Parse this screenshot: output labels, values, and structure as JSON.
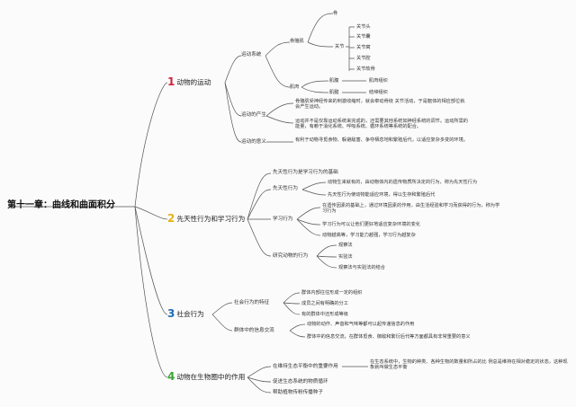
{
  "root": "第十一章：曲线和曲面积分",
  "colors": {
    "b1": "#d0243d",
    "b2": "#e4b21a",
    "b3": "#1d6db4",
    "b4": "#3aa335",
    "line": "#555555"
  },
  "branch1": {
    "num": "1",
    "label": "动物的运动",
    "yundong": "运动系统",
    "gugeji": "骨骼肌",
    "gu": "骨",
    "guanjie": "关节",
    "gj_items": [
      "关节头",
      "关节囊",
      "关节窝",
      "关节腔",
      "关节软骨"
    ],
    "jirou": "肌肉",
    "jifu": "肌腹",
    "jijian": "肌腱",
    "jifu_d": "肌肉组织",
    "jijian_d": "结缔组织",
    "chansheng": "运动的产生",
    "cs_text1": "骨骼肌受神经传来的刺激收缩时，就会牵动骨绕 关节活动，于是躯体的相应部位就会产生运动。",
    "cs_text2": "运动并不是仅靠运动系统来完成的，还需要其他系统如神经系统的调节。运动所需的能量，有赖于消化系统、呼吸系统、循环系统等系统的配合。",
    "yiyi": "运动的意义",
    "yiyi_text": "有利于动物寻觅食物、躲避敌害、争夺栖息地和繁殖后代，以适应复杂多变的环境。"
  },
  "branch2": {
    "num": "2",
    "label": "先天性行为和学习行为",
    "top": "先天性行为是学习行为的基础",
    "xiantian": "先天性行为",
    "xt1": "动物生来就有的，由动物体内的遗传物质所决定的行为，称为先天性行为",
    "xt2": "先天性行为使动物能适应环境，得以生存和繁殖后代",
    "xuexi": "学习行为",
    "xx1": "在遗传因素的基础上，通过环境因素的作用，由生活经验和学习而获得的行为，称为学习行为",
    "xx2": "学习行为可以让他们更好地适应复杂环境的变化",
    "xx3": "动物越高等，学习能力越强，学习行为越复杂",
    "yanjiu": "研究动物的行为",
    "yj1": "观察法",
    "yj2": "实验法",
    "yj3": "观察法与实验法的结合"
  },
  "branch3": {
    "num": "3",
    "label": "社会行为",
    "tezheng": "社会行为的特征",
    "tz1": "群体内部往往形成一定的组织",
    "tz2": "成员之间有明确的分工",
    "tz3": "有的群体中还形成等级",
    "jiaoliu": "群体中的信息交流",
    "jl1": "动物的动作、声音和气味等都可以起传递信息的作用",
    "jl2": "群体中的信息交流，在群体觅食、御敌和繁衍后代等方面都具有非常重要的意义"
  },
  "branch4": {
    "num": "4",
    "label": "动物在生物圈中的作用",
    "pingheng": "在维持生态平衡中的重要作用",
    "ph_text": "在生态系统中，生物的种类、各种生物的数量和所占的比 例总是维持在相对稳定的状态，这种现象就叫做生态平衡",
    "wuzhi": "促进生态系统的物质循环",
    "zhiwu": "帮助植物传粉传播种子"
  }
}
